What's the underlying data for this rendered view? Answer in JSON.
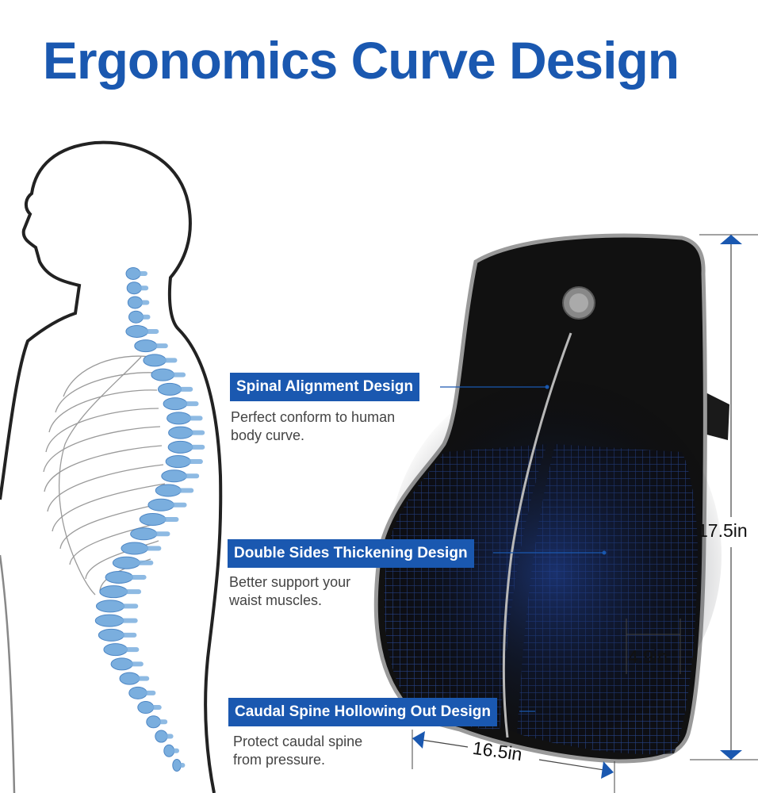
{
  "title": "Ergonomics Curve Design",
  "features": [
    {
      "label": "Spinal Alignment Design",
      "desc_line1": "Perfect conform to human",
      "desc_line2": "body curve."
    },
    {
      "label": "Double Sides Thickening Design",
      "desc_line1": "Better support your",
      "desc_line2": "waist muscles."
    },
    {
      "label": "Caudal Spine Hollowing Out Design",
      "desc_line1": "Protect caudal spine",
      "desc_line2": "from pressure."
    }
  ],
  "dimensions": {
    "height": "17.5in",
    "thickness": "4.9in",
    "width": "16.5in"
  },
  "colors": {
    "brand_blue": "#1a58b0",
    "spine_blue": "#7aaede",
    "cushion_black": "#111111",
    "piping_gray": "#9a9a9a"
  }
}
